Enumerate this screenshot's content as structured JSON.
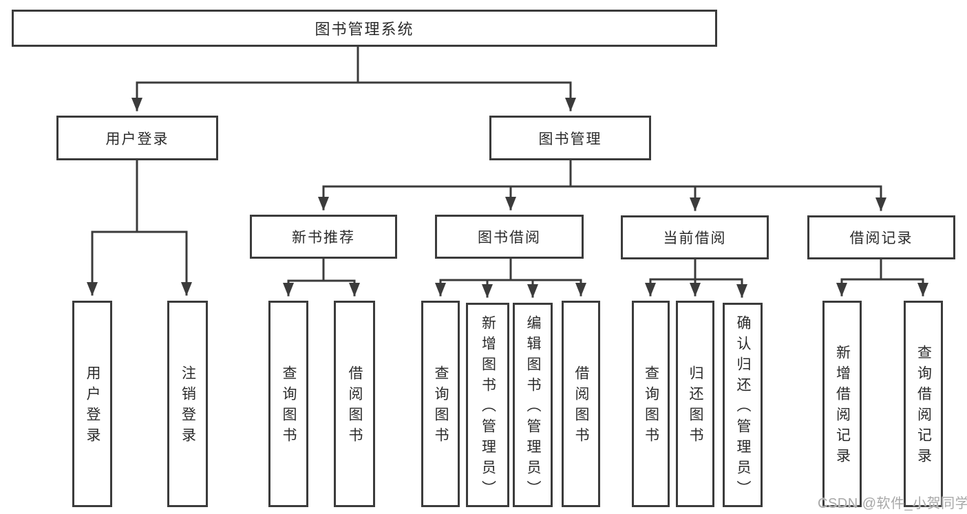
{
  "title": "图书管理系统",
  "watermark": {
    "text": "CSDN @软件_小贺同学"
  },
  "colors": {
    "line": "#3b3b3b",
    "box_border": "#3b3b3b",
    "box_background": "#ffffff",
    "text": "#2b2b2b",
    "watermark": "#a8a8a8",
    "page_background": "#ffffff"
  },
  "tree": {
    "label": "图书管理系统",
    "children": [
      {
        "label": "用户登录",
        "children": [
          {
            "label": "用户登录"
          },
          {
            "label": "注销登录"
          }
        ]
      },
      {
        "label": "图书管理",
        "children": [
          {
            "label": "新书推荐",
            "children": [
              {
                "label": "查询图书"
              },
              {
                "label": "借阅图书"
              }
            ]
          },
          {
            "label": "图书借阅",
            "children": [
              {
                "label": "查询图书"
              },
              {
                "label": "新增图书（管理员）"
              },
              {
                "label": "编辑图书（管理员）"
              },
              {
                "label": "借阅图书"
              }
            ]
          },
          {
            "label": "当前借阅",
            "children": [
              {
                "label": "查询图书"
              },
              {
                "label": "归还图书"
              },
              {
                "label": "确认归还（管理员）"
              }
            ]
          },
          {
            "label": "借阅记录",
            "children": [
              {
                "label": "新增借阅记录"
              },
              {
                "label": "查询借阅记录"
              }
            ]
          }
        ]
      }
    ]
  }
}
